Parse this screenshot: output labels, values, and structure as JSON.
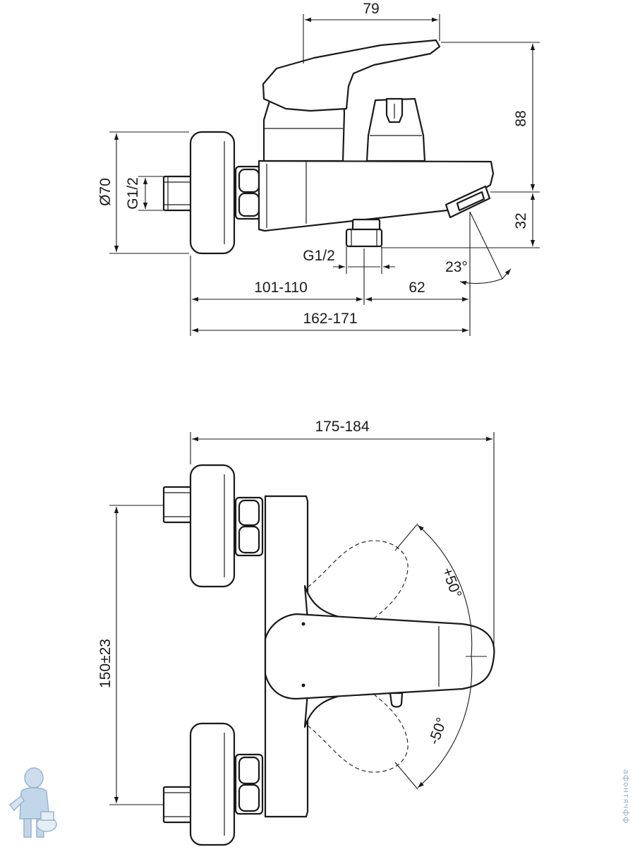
{
  "top_view": {
    "dim_lever_width": "79",
    "dim_height": "88",
    "dim_spout_height": "32",
    "dim_flange_diameter": "Ø70",
    "dim_inlet_thread": "G1/2",
    "dim_outlet_thread": "G1/2",
    "dim_spout_angle": "23°",
    "dim_wall_to_outlet": "101-110",
    "dim_outlet_to_spout": "62",
    "dim_total_depth": "162-171"
  },
  "bottom_view": {
    "dim_total_depth": "175-184",
    "dim_inlet_spacing": "150±23",
    "dim_lever_plus": "+50°",
    "dim_lever_minus": "-50°"
  },
  "watermark": {
    "text": "афонтячфф",
    "mascot_icon": "plumber-mascot-icon"
  },
  "colors": {
    "line": "#1a1a1a",
    "watermark": "#8fb0cf"
  }
}
